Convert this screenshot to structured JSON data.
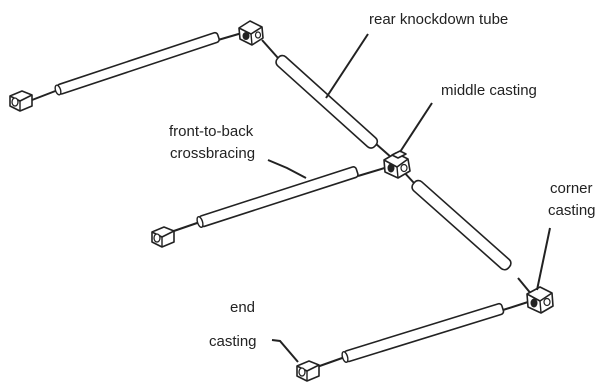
{
  "labels": {
    "rear_knockdown_tube": "rear knockdown tube",
    "middle_casting": "middle casting",
    "front_to_back_line1": "front-to-back",
    "front_to_back_line2": "crossbracing",
    "corner_line1": "corner",
    "corner_line2": "casting",
    "end_line1": "end",
    "end_line2": "casting"
  }
}
